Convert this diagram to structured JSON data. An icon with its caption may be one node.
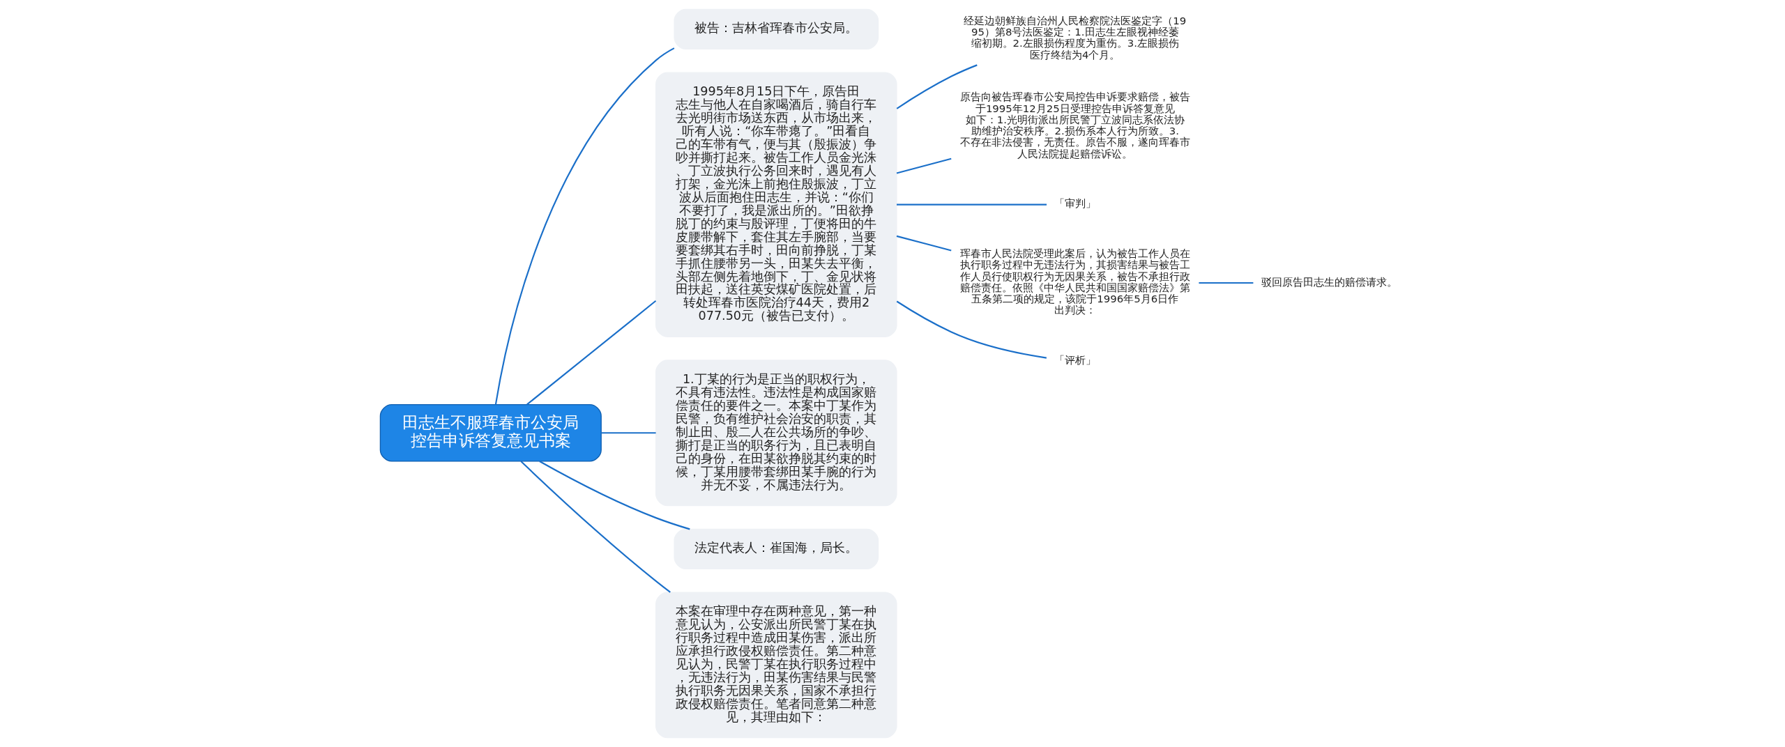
{
  "diagram": {
    "nodes": [
      {
        "text": [
          "田志生不服珲春市公安局控告申诉答复意见书案"
        ]
      },
      {
        "text": [
          "被告：吉林省珲春市公安局。"
        ]
      },
      {
        "text": [
          "1995年8月15日下午，原告田志生与他人在自家喝酒后，骑自行车去光明街市场送东西，从市场出来，听有人说：“你车带瘪了。”田看自己的车带有气，便与其（殷振波）争吵并撕打起来。被告工作人员金光洙、丁立波执行公务回来时，遇见有人打架，金光洙上前抱住殷振波，丁立波从后面抱住田志生，并说：“你们不要打了，我是派出所的。”田欲挣脱丁的约束与殷评理，丁便将田的牛皮腰带解下，套住其左手腕部，当要要套绑其右手时，田向前挣脱，丁某手抓住腰带另一头，田某失去平衡，头部左侧先着地倒下，丁、金见状将田扶起，送往英安煤矿医院处置，后转处珲春市医院治疗44天，费用2077.50元（被告已支付）。"
        ]
      },
      {
        "text": [
          "1.丁某的行为是正当的职权行为，不具有违法性。违法性是构成国家赔偿责任的要件之一。本案中丁某作为民警，负有维护社会治安的职责，其制止田、殷二人在公共场所的争吵、撕打是正当的职务行为，且已表明自己的身份，在田某欲挣脱其约束的时候，丁某用腰带套绑田某手腕的行为并无不妥，不属违法行为。"
        ]
      },
      {
        "text": [
          "法定代表人：崔国海，局长。"
        ]
      },
      {
        "text": [
          "本案在审理中存在两种意见，第一种意见认为，公安派出所民警丁某在执行职务过程中造成田某伤害，派出所应承担行政侵权赔偿责任。第二种意见认为，民警丁某在执行职务过程中，无违法行为，田某伤害结果与民警执行职务无因果关系，国家不承担行政侵权赔偿责任。笔者同意第二种意见，其理由如下："
        ]
      },
      {
        "text": [
          "经延边朝鲜族自治州人民检察院法医鉴定字（1995）第8号法医鉴定：1.田志生左眼视神经萎缩初期。2.左眼损伤程度为重伤。3.左眼损伤医疗终结为4个月。"
        ]
      },
      {
        "text": [
          "原告向被告珲春市公安局控告申诉要求赔偿，被告于1995年12月25日受理控告申诉答复意见如下：1.光明街派出所民警丁立波同志系依法协助维护治安秩序。2.损伤系本人行为所致。3.不存在非法侵害，无责任。原告不服，遂向珲春市人民法院提起赔偿诉讼。"
        ]
      },
      {
        "text": [
          "「审判」"
        ]
      },
      {
        "text": [
          "珲春市人民法院受理此案后，认为被告工作人员在执行职务过程中无违法行为，其损害结果与被告工作人员行使职权行为无因果关系，被告不承担行政赔偿责任。依照《中华人民共和国国家赔偿法》第五条第二项的规定，该院于1996年5月6日作出判决："
        ]
      },
      {
        "text": [
          "驳回原告田志生的赔偿请求。"
        ]
      },
      {
        "text": [
          "「评析」"
        ]
      }
    ],
    "edges": [
      {
        "from": 0,
        "to": 1,
        "arrow": "none"
      },
      {
        "from": 0,
        "to": 2,
        "arrow": "none"
      },
      {
        "from": 0,
        "to": 3,
        "arrow": "none"
      },
      {
        "from": 0,
        "to": 4,
        "arrow": "none"
      },
      {
        "from": 0,
        "to": 5,
        "arrow": "none"
      },
      {
        "from": 2,
        "to": 6,
        "arrow": "none"
      },
      {
        "from": 2,
        "to": 7,
        "arrow": "none"
      },
      {
        "from": 2,
        "to": 8,
        "arrow": "none"
      },
      {
        "from": 2,
        "to": 9,
        "arrow": "none"
      },
      {
        "from": 2,
        "to": 11,
        "arrow": "none"
      },
      {
        "from": 9,
        "to": 10,
        "arrow": "none"
      }
    ]
  }
}
